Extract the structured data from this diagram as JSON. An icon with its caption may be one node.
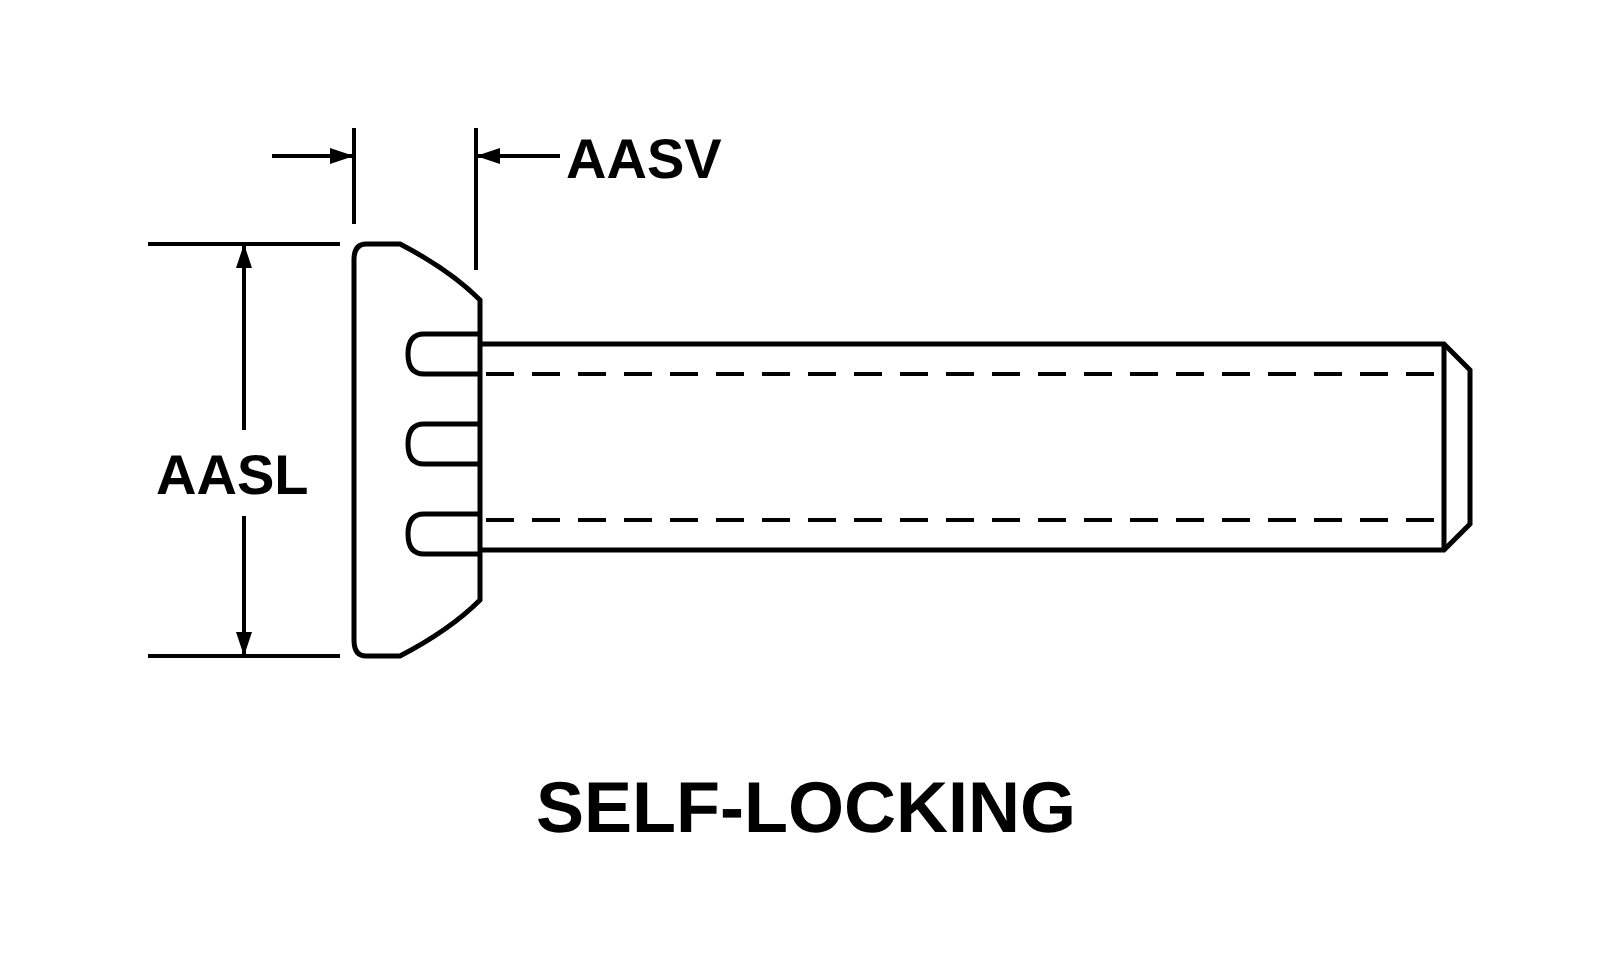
{
  "diagram": {
    "caption": "SELF-LOCKING",
    "labels": [
      "AASV",
      "AASL"
    ]
  }
}
